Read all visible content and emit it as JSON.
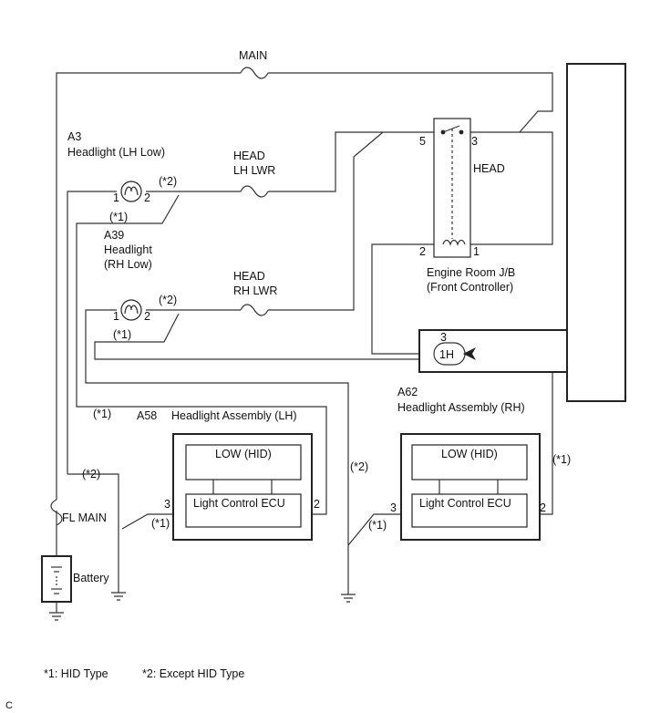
{
  "fuses": {
    "main": "MAIN",
    "head_lh_lwr": [
      "HEAD",
      "LH LWR"
    ],
    "head_rh_lwr": [
      "HEAD",
      "RH LWR"
    ],
    "fl_main": "FL MAIN"
  },
  "relay": {
    "label": "HEAD",
    "pin_5": "5",
    "pin_3": "3",
    "pin_2": "2",
    "pin_1": "1",
    "jb_label": [
      "Engine Room J/B",
      "(Front Controller)"
    ]
  },
  "connector_1h": {
    "label": "1H",
    "pin": "3"
  },
  "headlight_lh": {
    "code": "A3",
    "name": "Headlight (LH Low)",
    "pin_1": "1",
    "pin_2": "2",
    "note_star2": "(*2)",
    "note_star1": "(*1)"
  },
  "headlight_rh": {
    "code": "A39",
    "name_line1": "Headlight",
    "name_line2": "(RH Low)",
    "pin_1": "1",
    "pin_2": "2",
    "note_star2": "(*2)",
    "note_star1": "(*1)"
  },
  "assembly_lh": {
    "code": "A58",
    "name": "Headlight Assembly (LH)",
    "low_label": "LOW (HID)",
    "ecu_label": "Light Control ECU",
    "pin_3": "3",
    "pin_2": "2",
    "note_star1": "(*1)"
  },
  "assembly_rh": {
    "code": "A62",
    "name": "Headlight Assembly (RH)",
    "low_label": "LOW (HID)",
    "ecu_label": "Light Control ECU",
    "pin_3": "3",
    "pin_2": "2",
    "note_star1": "(*1)"
  },
  "wire_notes": {
    "left_star1": "(*1)",
    "left_star2": "(*2)",
    "mid_star2": "(*2)",
    "right_star1": "(*1)"
  },
  "battery": {
    "label": "Battery"
  },
  "legend": {
    "star1": "*1: HID Type",
    "star2": "*2: Except HID Type"
  },
  "corner_mark": "C"
}
